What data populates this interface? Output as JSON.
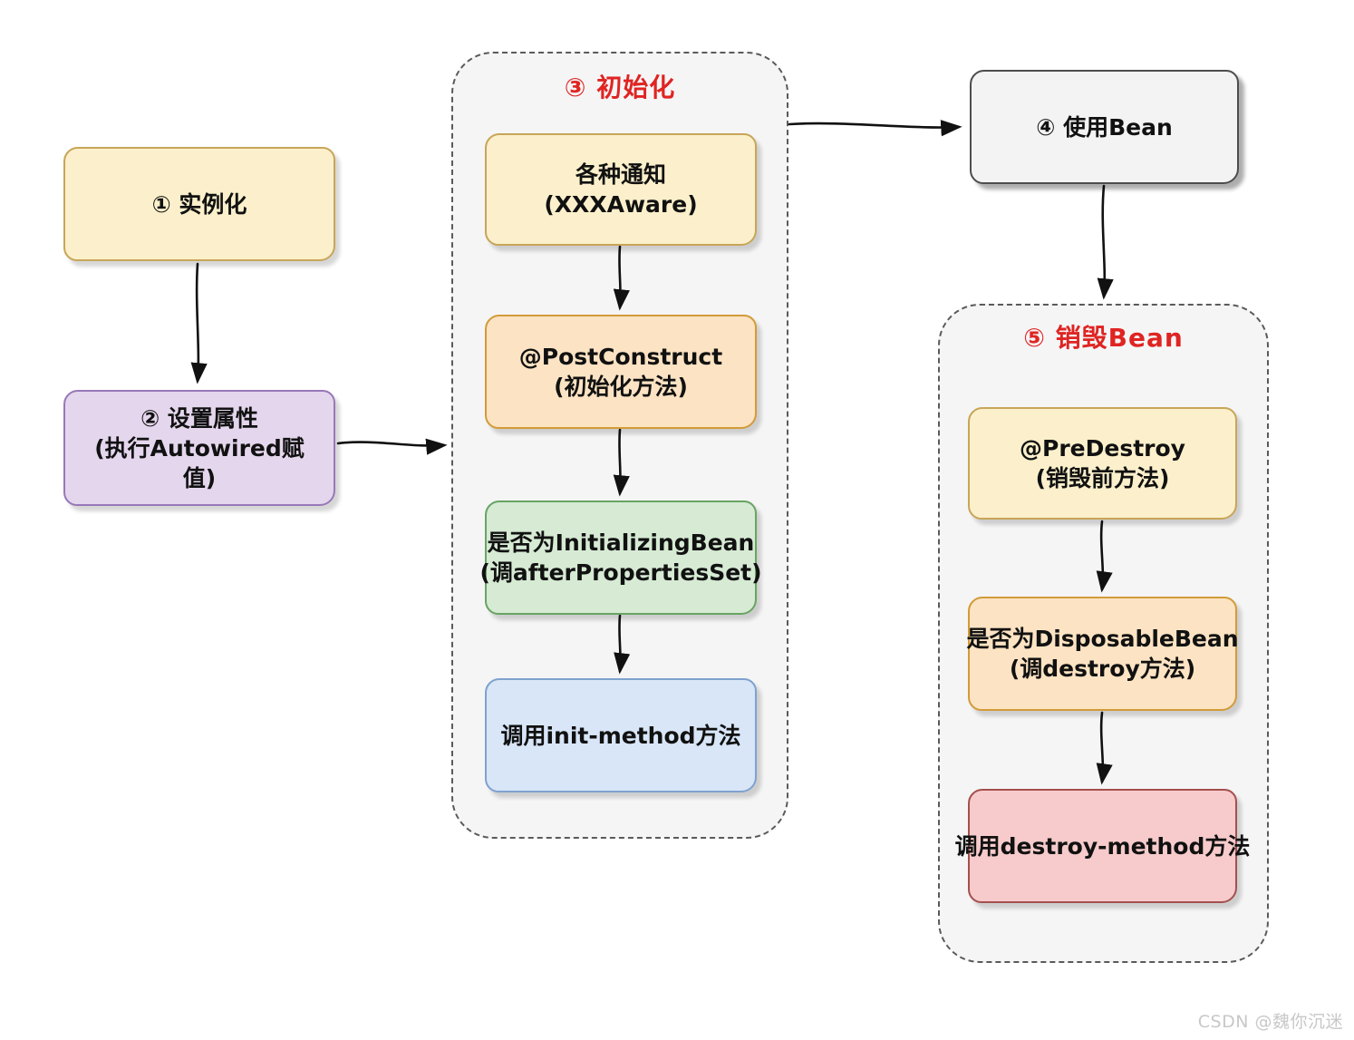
{
  "groups": {
    "init": {
      "title": "③ 初始化"
    },
    "destroy": {
      "title": "⑤ 销毁Bean"
    }
  },
  "boxes": {
    "instantiate": {
      "lines": [
        "① 实例化"
      ]
    },
    "set_properties": {
      "lines": [
        "② 设置属性",
        "(执行Autowired赋",
        "值)"
      ]
    },
    "aware": {
      "lines": [
        "各种通知",
        "(XXXAware)"
      ]
    },
    "post_construct": {
      "lines": [
        "@PostConstruct",
        "(初始化方法)"
      ]
    },
    "initializing_bean": {
      "lines": [
        "是否为InitializingBean",
        "(调afterPropertiesSet)"
      ]
    },
    "init_method": {
      "lines": [
        "调用init-method方法"
      ]
    },
    "use_bean": {
      "lines": [
        "④ 使用Bean"
      ]
    },
    "pre_destroy": {
      "lines": [
        "@PreDestroy",
        "(销毁前方法)"
      ]
    },
    "disposable_bean": {
      "lines": [
        "是否为DisposableBean",
        "(调destroy方法)"
      ]
    },
    "destroy_method": {
      "lines": [
        "调用destroy-method方法"
      ]
    }
  },
  "colors": {
    "group_title_red": "#df2422",
    "group_fill": "#f5f5f6",
    "group_border": "#5a5a5a",
    "yellow_fill": "#fbf0cb",
    "yellow_border": "#c8a558",
    "purple_fill": "#e4d6ed",
    "purple_border": "#9878b8",
    "orange_fill": "#fce3c3",
    "orange_border": "#d29b38",
    "green_fill": "#d6ead4",
    "green_border": "#68a462",
    "blue_fill": "#d8e6f8",
    "blue_border": "#7fa2ce",
    "gray_fill": "#f3f3f3",
    "gray_border": "#4d4d4d",
    "pink_fill": "#f7cbcb",
    "pink_border": "#a4504e",
    "arrow": "#111111",
    "text": "#111111"
  },
  "watermark": "CSDN @魏你沉迷"
}
